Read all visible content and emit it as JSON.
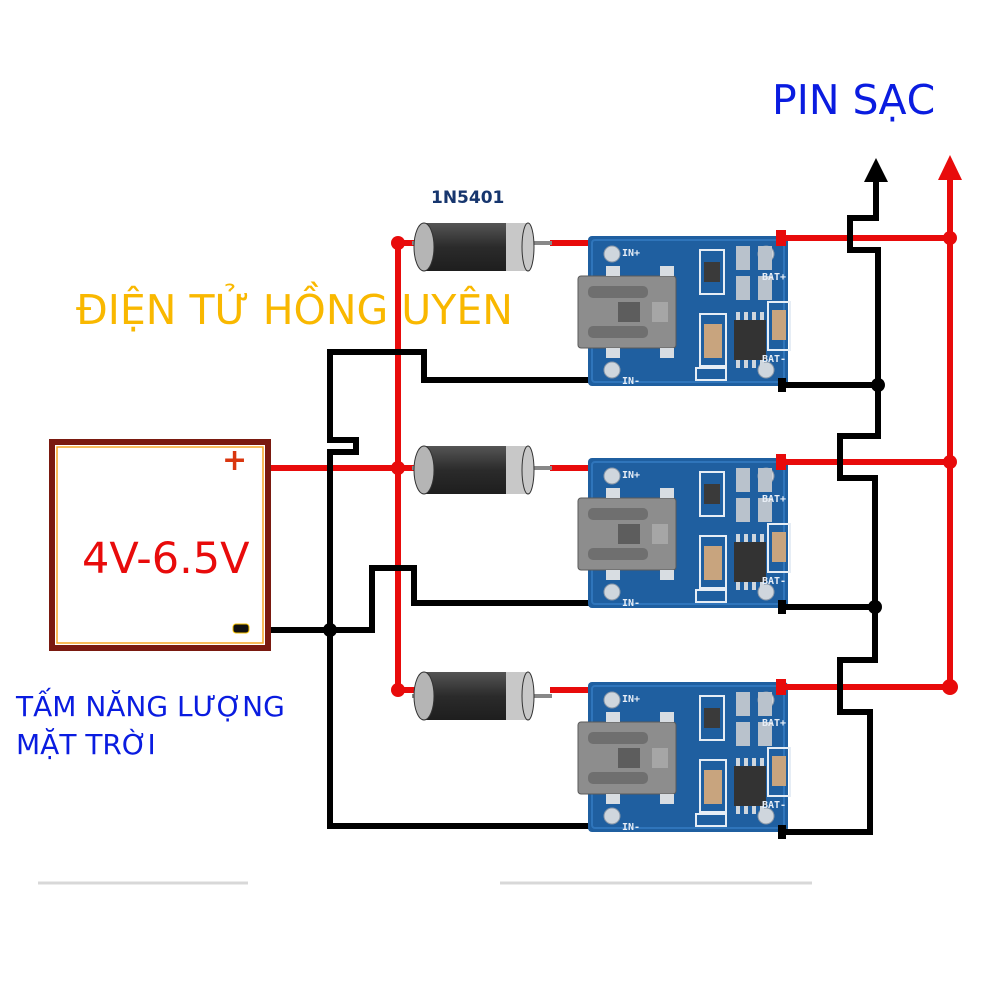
{
  "diagram": {
    "title": "Solar panel to battery charging circuit with three TP4056-style charger modules",
    "output_label": "PIN SẠC",
    "watermark": "ĐIỆN TỬ HỒNG UYÊN",
    "solar_panel": {
      "voltage": "4V-6.5V",
      "plus_symbol": "+",
      "minus_symbol": "−",
      "label_line1": "TẤM NĂNG LƯỢNG",
      "label_line2": "MẶT TRỜI"
    },
    "diode_part_number": "1N5401",
    "modules": [
      {
        "id": "module-1",
        "pins": {
          "in_plus": "IN+",
          "in_minus": "IN-",
          "bat_plus": "BAT+",
          "bat_minus": "BAT-"
        }
      },
      {
        "id": "module-2",
        "pins": {
          "in_plus": "IN+",
          "in_minus": "IN-",
          "bat_plus": "BAT+",
          "bat_minus": "BAT-"
        }
      },
      {
        "id": "module-3",
        "pins": {
          "in_plus": "IN+",
          "in_minus": "IN-",
          "bat_plus": "BAT+",
          "bat_minus": "BAT-"
        }
      }
    ],
    "colors": {
      "positive_wire": "#e80b0b",
      "negative_wire": "#000000",
      "pcb": "#1f5fa0",
      "title_blue": "#0a1ce0",
      "watermark": "#f9b800"
    }
  }
}
